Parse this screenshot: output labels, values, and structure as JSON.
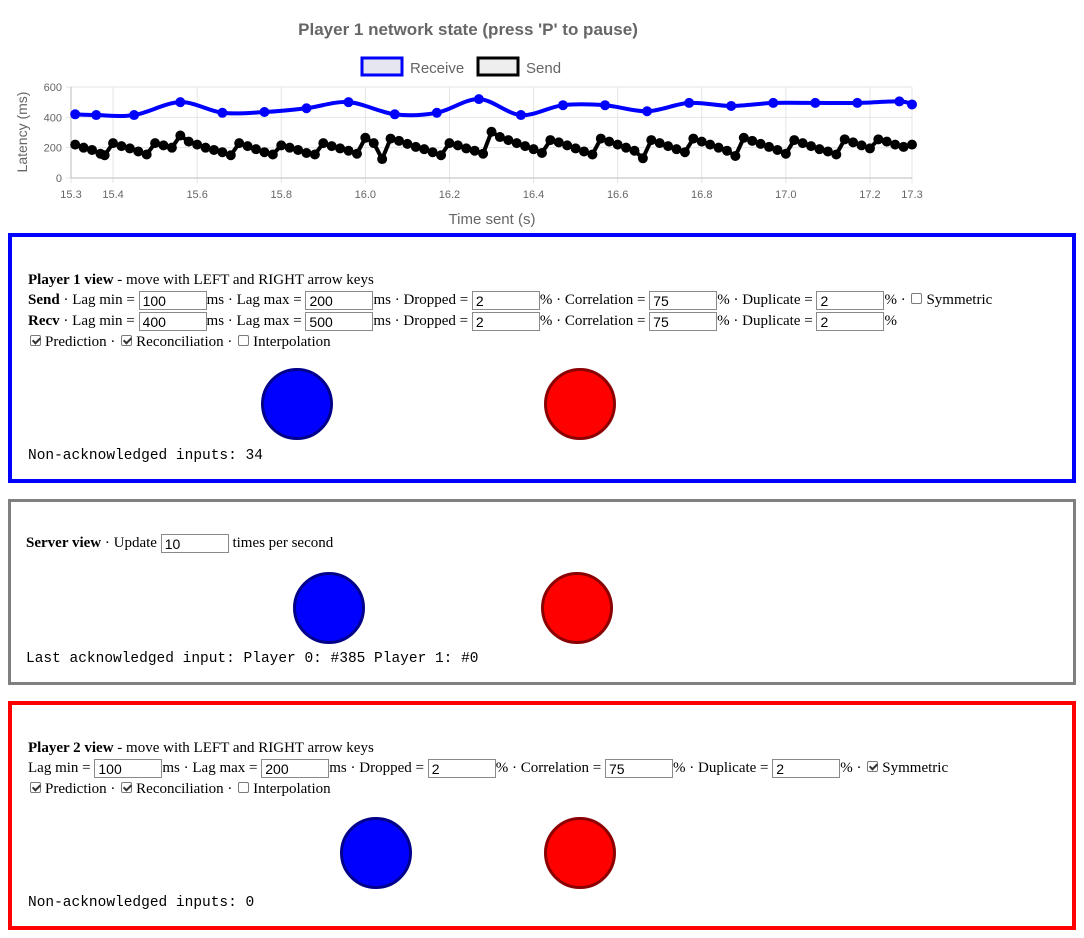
{
  "chart": {
    "title": "Player 1 network state (press 'P' to pause)",
    "legend": [
      {
        "label": "Receive",
        "color": "#0000ff"
      },
      {
        "label": "Send",
        "color": "#000000"
      }
    ],
    "xlabel": "Time sent (s)",
    "ylabel": "Latency (ms)"
  },
  "chart_data": {
    "type": "line",
    "title": "Player 1 network state (press 'P' to pause)",
    "xlabel": "Time sent (s)",
    "ylabel": "Latency (ms)",
    "xlim": [
      15.3,
      17.3
    ],
    "ylim": [
      0,
      600
    ],
    "xticks": [
      "15.3",
      "15.4",
      "15.6",
      "15.8",
      "16.0",
      "16.2",
      "16.4",
      "16.6",
      "16.8",
      "17.0",
      "17.2",
      "17.3"
    ],
    "yticks": [
      "0",
      "200",
      "400",
      "600"
    ],
    "grid": true,
    "legend": "top",
    "series": [
      {
        "name": "Receive",
        "color": "#0000ff",
        "x": [
          15.31,
          15.36,
          15.45,
          15.56,
          15.66,
          15.76,
          15.86,
          15.96,
          16.07,
          16.17,
          16.27,
          16.37,
          16.47,
          16.57,
          16.67,
          16.77,
          16.87,
          16.97,
          17.07,
          17.17,
          17.27,
          17.3
        ],
        "y": [
          420,
          415,
          415,
          500,
          430,
          435,
          460,
          500,
          420,
          430,
          520,
          415,
          480,
          480,
          440,
          495,
          475,
          495,
          495,
          495,
          505,
          485
        ]
      },
      {
        "name": "Send",
        "color": "#000000",
        "x": [
          15.31,
          15.33,
          15.35,
          15.37,
          15.38,
          15.4,
          15.42,
          15.44,
          15.46,
          15.48,
          15.5,
          15.52,
          15.54,
          15.56,
          15.58,
          15.6,
          15.62,
          15.64,
          15.66,
          15.68,
          15.7,
          15.72,
          15.74,
          15.76,
          15.78,
          15.8,
          15.82,
          15.84,
          15.86,
          15.88,
          15.9,
          15.92,
          15.94,
          15.96,
          15.98,
          16.0,
          16.02,
          16.04,
          16.06,
          16.08,
          16.1,
          16.12,
          16.14,
          16.16,
          16.18,
          16.2,
          16.22,
          16.24,
          16.26,
          16.28,
          16.3,
          16.32,
          16.34,
          16.36,
          16.38,
          16.4,
          16.42,
          16.44,
          16.46,
          16.48,
          16.5,
          16.52,
          16.54,
          16.56,
          16.58,
          16.6,
          16.62,
          16.64,
          16.66,
          16.68,
          16.7,
          16.72,
          16.74,
          16.76,
          16.78,
          16.8,
          16.82,
          16.84,
          16.86,
          16.88,
          16.9,
          16.92,
          16.94,
          16.96,
          16.98,
          17.0,
          17.02,
          17.04,
          17.06,
          17.08,
          17.1,
          17.12,
          17.14,
          17.16,
          17.18,
          17.2,
          17.22,
          17.24,
          17.26,
          17.28,
          17.3
        ],
        "y": [
          220,
          200,
          185,
          160,
          150,
          230,
          210,
          195,
          175,
          155,
          230,
          215,
          200,
          280,
          240,
          220,
          200,
          185,
          170,
          150,
          230,
          210,
          190,
          170,
          155,
          215,
          200,
          185,
          165,
          155,
          230,
          210,
          195,
          180,
          160,
          265,
          230,
          125,
          260,
          245,
          225,
          205,
          190,
          170,
          150,
          230,
          215,
          195,
          180,
          160,
          305,
          270,
          250,
          230,
          210,
          190,
          165,
          250,
          235,
          215,
          195,
          175,
          155,
          260,
          240,
          220,
          200,
          180,
          130,
          250,
          230,
          210,
          190,
          170,
          260,
          240,
          220,
          200,
          180,
          145,
          265,
          245,
          225,
          205,
          185,
          160,
          250,
          230,
          210,
          190,
          175,
          155,
          255,
          235,
          215,
          195,
          255,
          240,
          220,
          205,
          220
        ]
      }
    ]
  },
  "player1": {
    "title": "Player 1 view",
    "hint": " - move with LEFT and RIGHT arrow keys",
    "send": {
      "label": "Send",
      "lag_min": "100",
      "lag_max": "200",
      "dropped": "2",
      "correlation": "75",
      "duplicate": "2"
    },
    "recv": {
      "label": "Recv",
      "lag_min": "400",
      "lag_max": "500",
      "dropped": "2",
      "correlation": "75",
      "duplicate": "2"
    },
    "symmetric_label": "Symmetric",
    "prediction_label": "Prediction",
    "reconciliation_label": "Reconciliation",
    "interpolation_label": "Interpolation",
    "status": "Non-acknowledged inputs: 34"
  },
  "server": {
    "title": "Server view",
    "update_label": " · Update ",
    "update_value": "10",
    "update_suffix": " times per second",
    "status": "Last acknowledged input: Player 0: #385 Player 1: #0"
  },
  "player2": {
    "title": "Player 2 view",
    "hint": " - move with LEFT and RIGHT arrow keys",
    "lag_min": "100",
    "lag_max": "200",
    "dropped": "2",
    "correlation": "75",
    "duplicate": "2",
    "symmetric_label": "Symmetric",
    "prediction_label": "Prediction",
    "reconciliation_label": "Reconciliation",
    "interpolation_label": "Interpolation",
    "status": "Non-acknowledged inputs: 0"
  },
  "labels": {
    "lag_min": "Lag min = ",
    "lag_max": "Lag max = ",
    "dropped": "Dropped = ",
    "correlation": "Correlation = ",
    "duplicate": "Duplicate = ",
    "ms": "ms",
    "pct": "%",
    "sep": " · "
  },
  "colors": {
    "player1_border": "#0000ff",
    "server_border": "#808080",
    "player2_border": "#ff0000",
    "blue_ball": "#0000ff",
    "blue_ball_border": "#00008b",
    "red_ball": "#ff0000",
    "red_ball_border": "#8b0000"
  }
}
